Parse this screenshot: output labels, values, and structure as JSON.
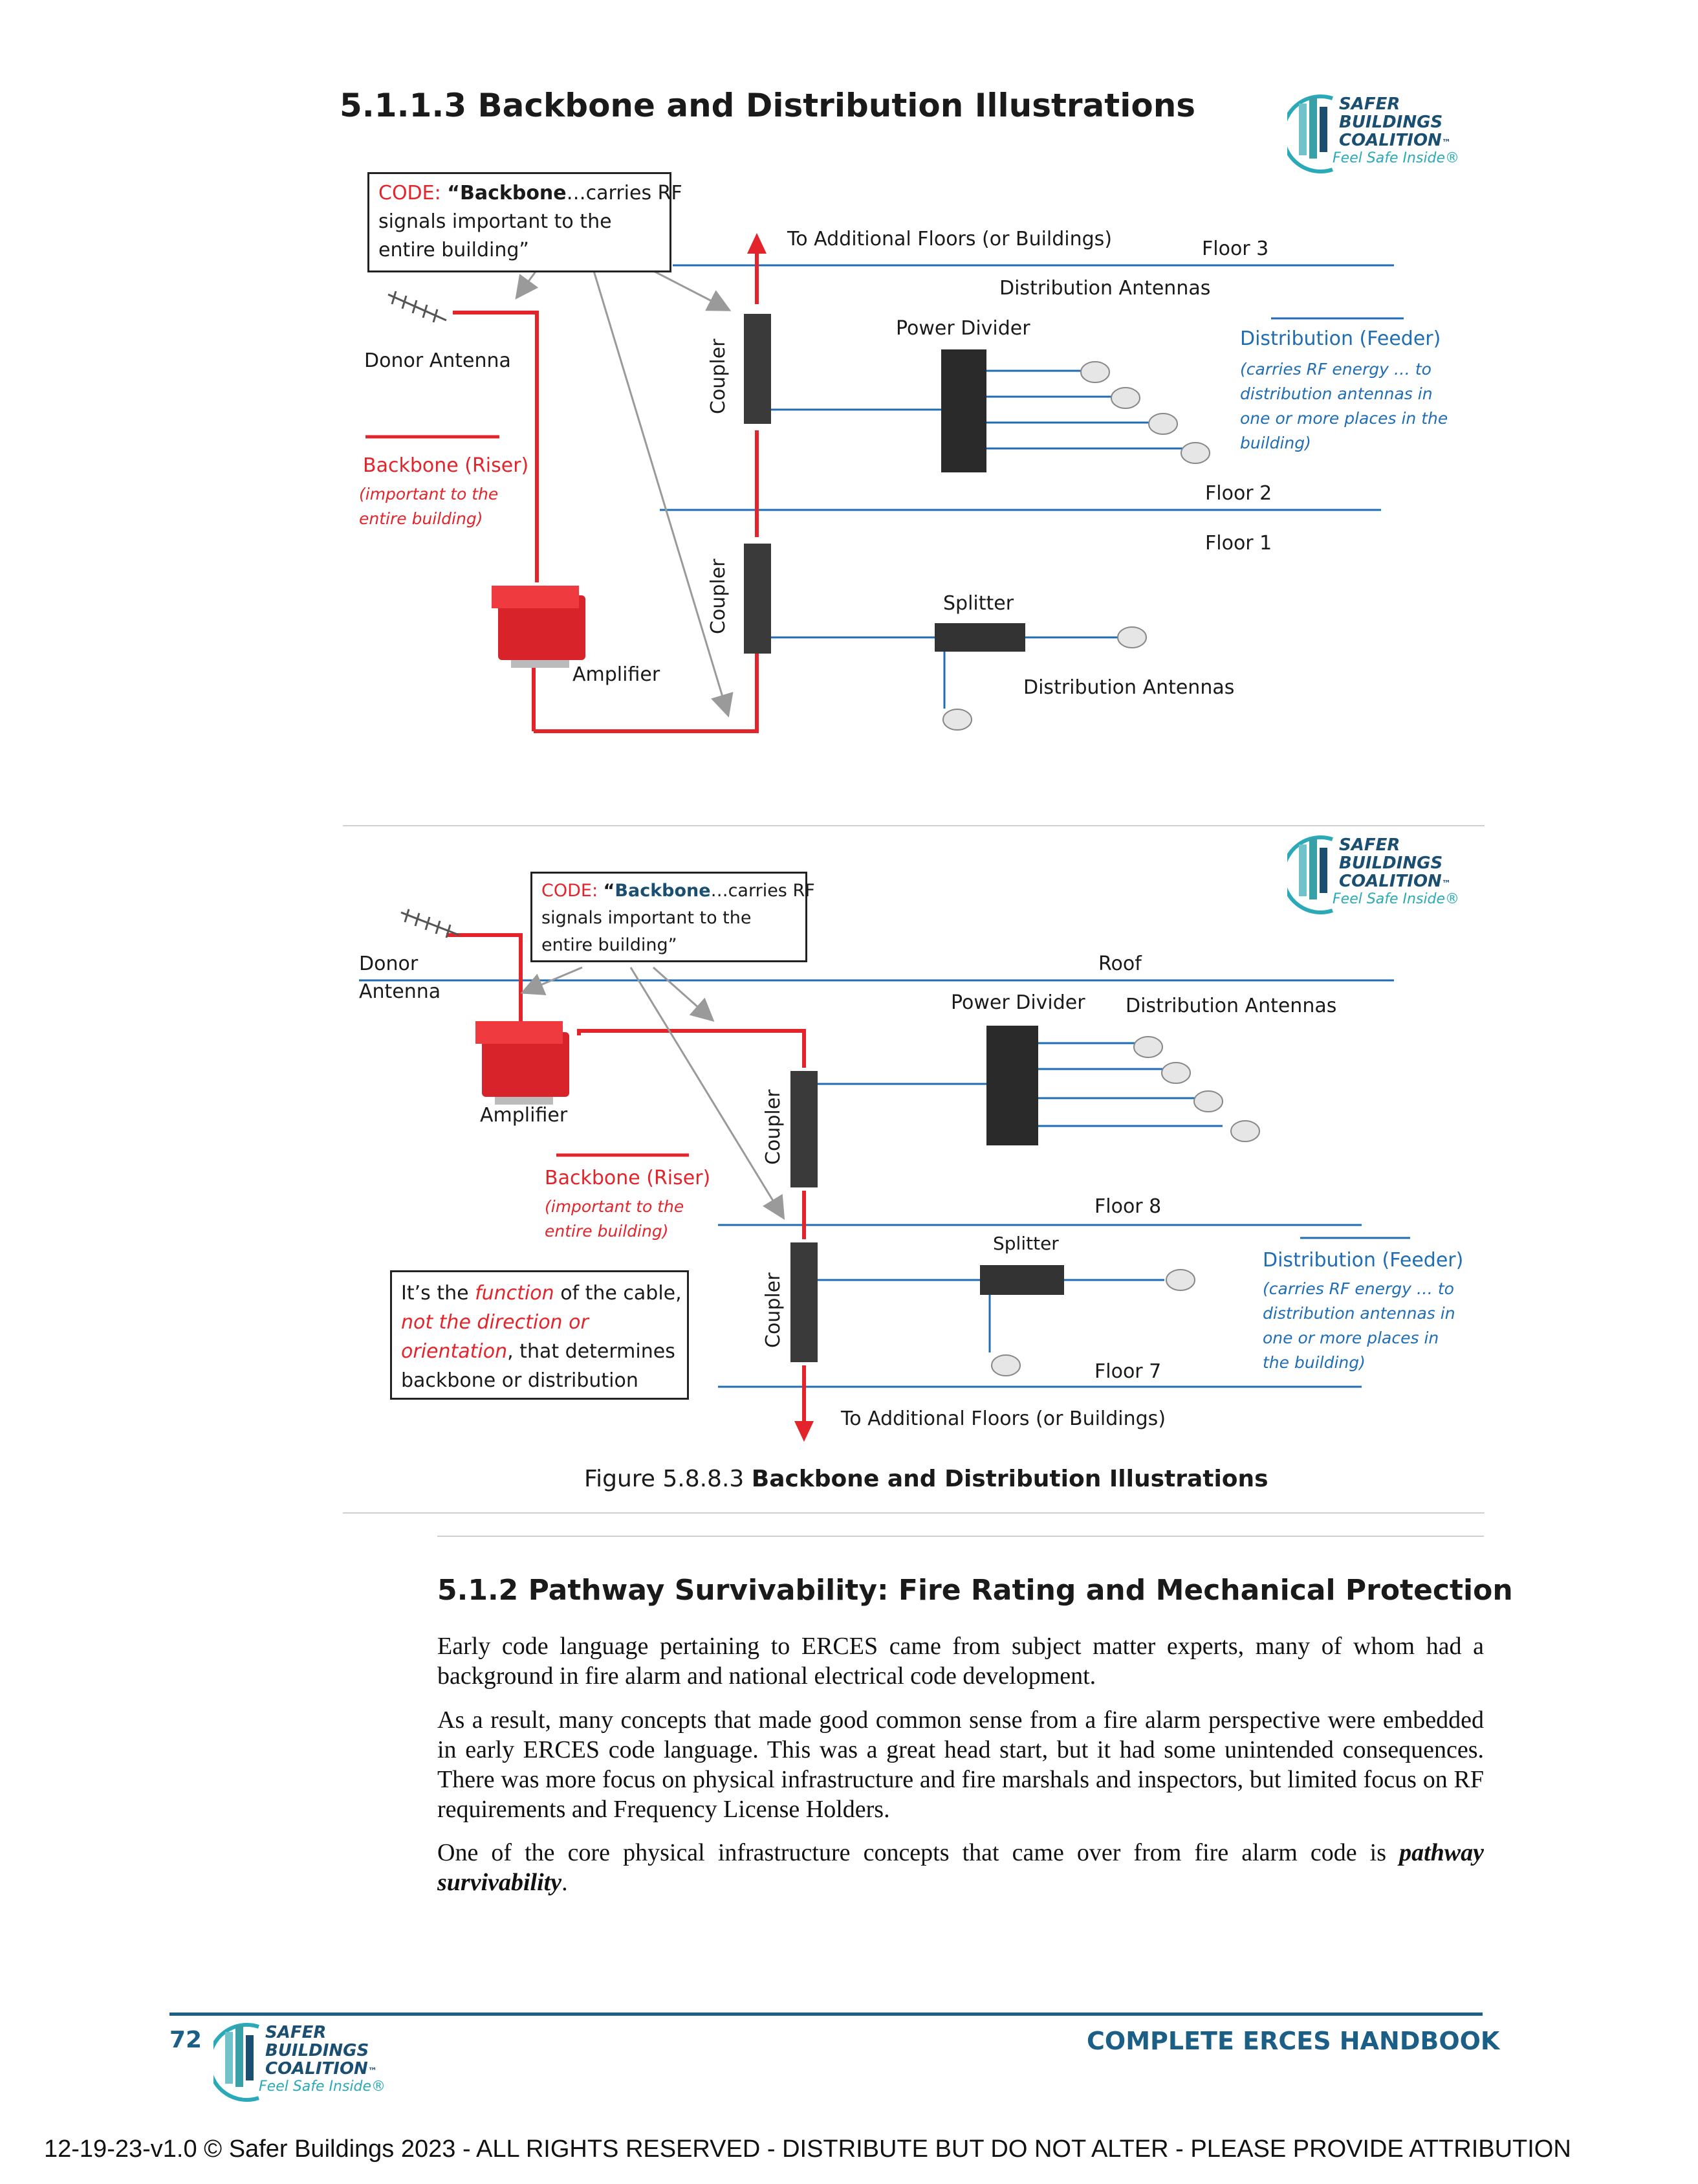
{
  "section_title": "5.1.1.3  Backbone and Distribution Illustrations",
  "logo": {
    "line1": "SAFER",
    "line2": "BUILDINGS",
    "line3": "COALITION",
    "tm": "™",
    "tagline": "Feel Safe Inside®"
  },
  "fig1": {
    "code_prefix": "CODE:",
    "code_quote_open": "“",
    "code_bold": "Backbone",
    "code_rest": "…carries RF",
    "code_line2": "signals important to the",
    "code_line3": "entire building”",
    "to_additional": "To Additional Floors (or Buildings)",
    "floor3": "Floor 3",
    "distribution_antennas_top": "Distribution Antennas",
    "power_divider": "Power Divider",
    "distribution_feeder": "Distribution (Feeder)",
    "feeder_desc": [
      "(carries RF energy … to",
      "distribution antennas in",
      "one or more places in the",
      "building)"
    ],
    "donor_antenna": "Donor Antenna",
    "backbone_riser": "Backbone (Riser)",
    "backbone_desc": [
      "(important to the",
      "entire building)"
    ],
    "coupler": "Coupler",
    "floor2": "Floor 2",
    "floor1": "Floor 1",
    "splitter": "Splitter",
    "amplifier": "Amplifier",
    "distribution_antennas_bottom": "Distribution Antennas"
  },
  "fig2": {
    "code_prefix": "CODE:",
    "code_quote_open": "“",
    "code_bold": "Backbone",
    "code_rest": "…carries  RF",
    "code_line2": "signals important to the",
    "code_line3": "entire building”",
    "donor": "Donor",
    "antenna": "Antenna",
    "roof": "Roof",
    "power_divider": "Power Divider",
    "distribution_antennas": "Distribution Antennas",
    "amplifier": "Amplifier",
    "coupler": "Coupler",
    "backbone_riser": "Backbone (Riser)",
    "backbone_desc": [
      "(important to the",
      "entire building)"
    ],
    "floor8": "Floor 8",
    "splitter": "Splitter",
    "distribution_feeder": "Distribution (Feeder)",
    "feeder_desc": [
      "(carries RF energy … to",
      "distribution antennas in",
      "one or more places in",
      "the building)"
    ],
    "function_note": {
      "p1": "It’s the ",
      "p2": "function",
      "p3": " of the cable,",
      "p4": "not the direction or",
      "p5": "orientation",
      "p6": ", that determines",
      "p7": "backbone or distribution"
    },
    "floor7": "Floor 7",
    "to_additional": "To Additional Floors (or Buildings)"
  },
  "caption": {
    "prefix": "Figure 5.8.8.3  ",
    "bold": "Backbone and Distribution Illustrations"
  },
  "subsection_title": "5.1.2  Pathway Survivability: Fire Rating and Mechanical Protection",
  "paragraphs": {
    "p1": "Early code language pertaining to ERCES came from subject matter experts, many of whom had a background in fire alarm and national electrical code development.",
    "p2": "As a result, many concepts that made good common sense from a fire alarm perspective were embedded in early ERCES code language. This was a great head start, but it had some unintended consequences. There was more focus on physical infrastructure and fire marshals and inspectors, but limited focus on RF requirements and Frequency License Holders.",
    "p3_start": "One of the core physical infrastructure concepts that came over from fire alarm code is ",
    "p3_bold": "pathway survivability",
    "p3_end": "."
  },
  "footer": {
    "page_number": "72",
    "handbook": "COMPLETE  ERCES  HANDBOOK",
    "copyright": "12-19-23-v1.0 © Safer Buildings 2023 - ALL RIGHTS RESERVED - DISTRIBUTE BUT DO NOT ALTER - PLEASE PROVIDE ATTRIBUTION"
  },
  "colors": {
    "backbone": "#e3242b",
    "feeder": "#1f6db5",
    "heading": "#1a1a1a",
    "brand": "#1b4f72",
    "accent": "#2aa9b8"
  }
}
